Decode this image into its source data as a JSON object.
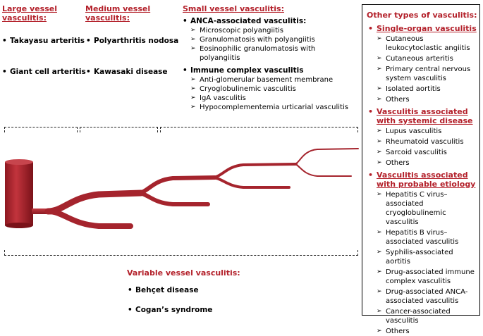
{
  "large": {
    "title": "Large vessel vasculitis:",
    "items": [
      "Takayasu arteritis",
      "Giant cell arteritis"
    ]
  },
  "medium": {
    "title": "Medium vessel vasculitis:",
    "items": [
      "Polyarthritis nodosa",
      "Kawasaki disease"
    ]
  },
  "small": {
    "title": "Small vessel vasculitis:",
    "groups": [
      {
        "heading": "ANCA-associated vasculitis:",
        "items": [
          "Microscopic polyangiitis",
          "Granulomatosis with polyangiitis",
          "Eosinophilic granulomatosis with polyangiitis"
        ]
      },
      {
        "heading": "Immune complex vasculitis",
        "items": [
          "Anti-glomerular basement membrane",
          "Cryoglobulinemic vasculitis",
          "IgA vasculitis",
          "Hypocomplementemia urticarial vasculitis"
        ]
      }
    ]
  },
  "variable": {
    "title": "Variable vessel vasculitis:",
    "items": [
      "Behçet  disease",
      "Cogan’s syndrome"
    ]
  },
  "other": {
    "title": "Other types of vasculitis:",
    "groups": [
      {
        "heading": "Single-organ vasculitis",
        "items": [
          "Cutaneous leukocytoclastic angiitis",
          "Cutaneous arteritis",
          "Primary central nervous system vasculitis",
          "Isolated aortitis",
          "Others"
        ]
      },
      {
        "heading": "Vasculitis associated with systemic disease",
        "items": [
          "Lupus vasculitis",
          "Rheumatoid vasculitis",
          "Sarcoid vasculitis",
          "Others"
        ]
      },
      {
        "heading": "Vasculitis associated with probable etiology",
        "items": [
          "Hepatitis C virus–associated cryoglobulinemic vasculitis",
          "Hepatitis B virus–associated vasculitis",
          "Syphilis-associated aortitis",
          "Drug-associated immune complex vasculitis",
          "Drug-associated ANCA-associated vasculitis",
          "Cancer-associated vasculitis",
          "Others"
        ]
      }
    ]
  },
  "colors": {
    "accent": "#b3202a",
    "vessel": "#b22a33",
    "vessel_dark": "#7a1219"
  }
}
